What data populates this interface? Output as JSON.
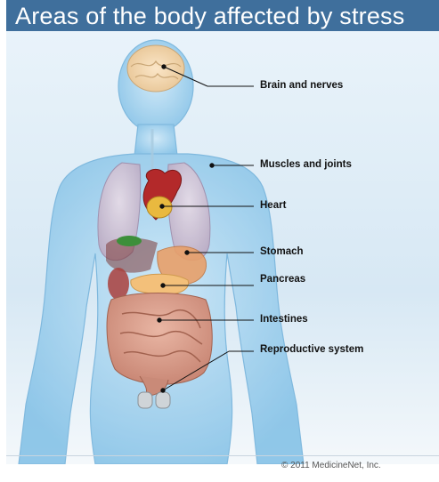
{
  "title": "Areas of the body affected by stress",
  "labels": {
    "brain": "Brain and nerves",
    "muscles": "Muscles and joints",
    "heart": "Heart",
    "stomach": "Stomach",
    "pancreas": "Pancreas",
    "intestines": "Intestines",
    "reproductive": "Reproductive system"
  },
  "copyright": "© 2011 MedicineNet, Inc.",
  "colors": {
    "header": "#3f6f9c",
    "body": "#8ec9ea",
    "leader_line": "#111111"
  }
}
